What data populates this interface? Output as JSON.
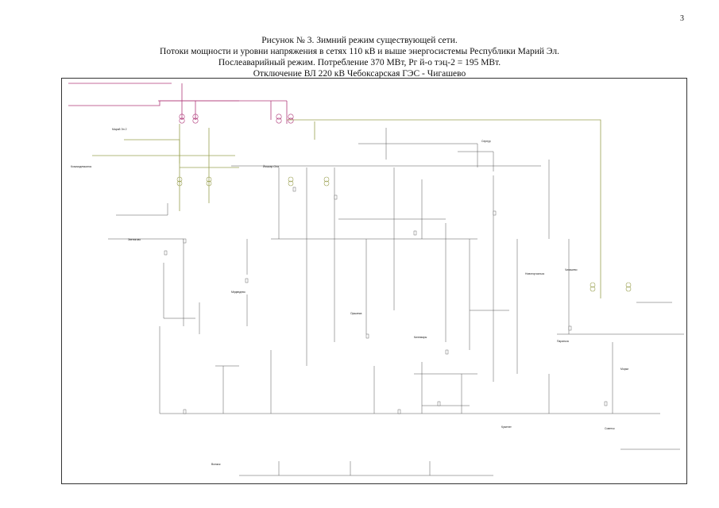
{
  "page_number": "3",
  "title": {
    "line1": "Рисунок № 3. Зимний режим существующей сети.",
    "line2": "Потоки мощности и уровни напряжения в сетях 110 кВ и выше энергосистемы Республики Марий Эл.",
    "line3": "Послеаварийный режим. Потребление 370 МВт, Рг й-о тэц-2 = 195 МВт.",
    "line4": "Отключение ВЛ 220 кВ Чебоксарская ГЭС - Чигашево"
  },
  "colors": {
    "kv500": "#b03a7a",
    "kv220": "#9aa050",
    "kv110": "#3a3a3a",
    "flow_label": "#c0392b",
    "node_label": "#1f3fa8"
  },
  "diagram": {
    "legible_labels": [
      {
        "key": "mari_yol_2",
        "text": "Марий Эл 2"
      },
      {
        "key": "chigashevo",
        "text": "Чигашево"
      },
      {
        "key": "kozmodemyansk",
        "text": "Козьмодемьянск"
      },
      {
        "key": "zvenigovo",
        "text": "Звенигово"
      },
      {
        "key": "volzhsk",
        "text": "Волжск"
      },
      {
        "key": "yoshkar_ola",
        "text": "Йошкар-Ола"
      },
      {
        "key": "sernur",
        "text": "Сернур"
      },
      {
        "key": "orshanka",
        "text": "Оршанка"
      },
      {
        "key": "novotoryalsk",
        "text": "Новоторъяльск"
      },
      {
        "key": "medvedevo",
        "text": "Медведево"
      },
      {
        "key": "paranga",
        "text": "Параньга"
      },
      {
        "key": "kilemary",
        "text": "Килемары"
      },
      {
        "key": "morki",
        "text": "Морки"
      },
      {
        "key": "sovetsk",
        "text": "Советск"
      },
      {
        "key": "kuzhener",
        "text": "Кужener"
      }
    ]
  }
}
